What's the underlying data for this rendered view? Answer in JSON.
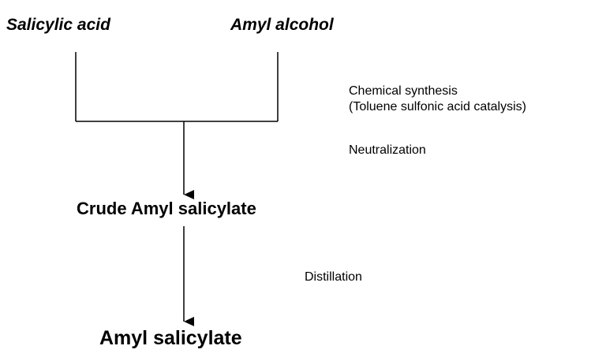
{
  "reactants": {
    "left": "Salicylic acid",
    "right": "Amyl alcohol"
  },
  "steps": {
    "synthesis_line1": "Chemical synthesis",
    "synthesis_line2": "(Toluene sulfonic acid catalysis)",
    "neutralization": "Neutralization",
    "distillation": "Distillation"
  },
  "intermediate": "Crude Amyl salicylate",
  "product": "Amyl salicylate"
}
